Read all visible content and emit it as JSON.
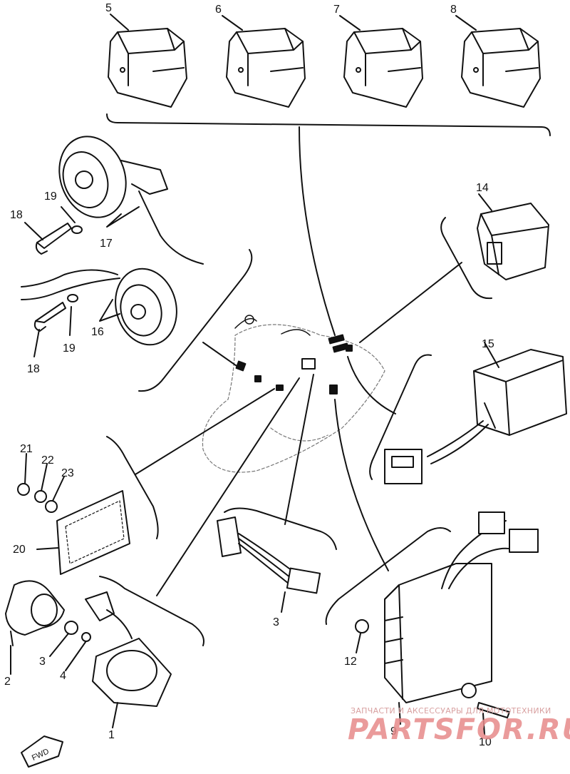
{
  "diagram": {
    "part_numbers": {
      "p1": "1",
      "p2": "2",
      "p3a": "3",
      "p3b": "3",
      "p4": "4",
      "p5": "5",
      "p6": "6",
      "p7": "7",
      "p8": "8",
      "p9": "9",
      "p10": "10",
      "p12": "12",
      "p14": "14",
      "p15": "15",
      "p16": "16",
      "p17": "17",
      "p18a": "18",
      "p18b": "18",
      "p19a": "19",
      "p19b": "19",
      "p20": "20",
      "p21": "21",
      "p22": "22",
      "p23": "23"
    },
    "fwd_mark": "FWD"
  },
  "watermark": {
    "caption": "ЗАПЧАСТИ И АКСЕССУАРЫ ДЛЯ МОТОТЕХНИКИ",
    "brand": "PARTSFOR.RU",
    "color": "#e78a8a"
  }
}
